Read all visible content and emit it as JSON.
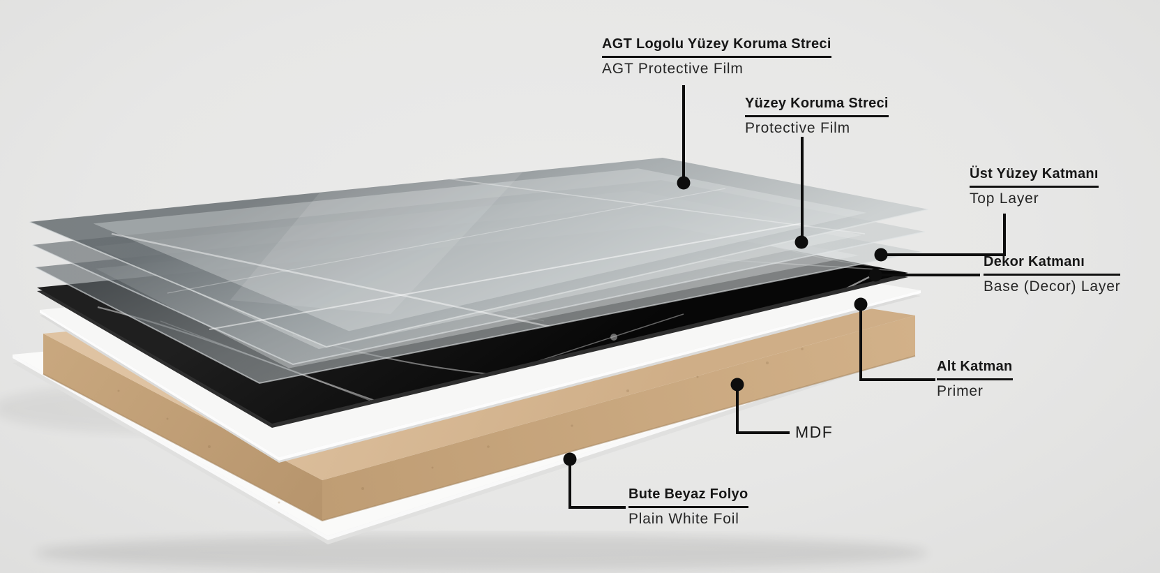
{
  "diagram": {
    "title_hint": "Exploded layer diagram of an AGT high-gloss MDF panel",
    "labels": {
      "agt_film": {
        "title": "AGT Logolu Yüzey Koruma Streci",
        "subtitle": "AGT Protective Film"
      },
      "protective_film": {
        "title": "Yüzey Koruma Streci",
        "subtitle": "Protective Film"
      },
      "top_layer": {
        "title": "Üst Yüzey Katmanı",
        "subtitle": "Top Layer"
      },
      "decor_layer": {
        "title": "Dekor Katmanı",
        "subtitle": "Base (Decor) Layer"
      },
      "primer": {
        "title": "Alt Katman",
        "subtitle": "Primer"
      },
      "mdf": {
        "title": "MDF"
      },
      "white_foil": {
        "title": "Bute Beyaz Folyo",
        "subtitle": "Plain White Foil"
      }
    }
  },
  "colors": {
    "background": "#e6e6e5",
    "line-black": "#0d0d0d",
    "text-dark": "#161616",
    "film-grey": "#9aa1a4",
    "film-dark-edge": "#5f666a",
    "marble-black": "#141414",
    "marble-vein": "#d8d8d8",
    "primer-white": "#f7f7f6",
    "mdf-tan": "#cfae87",
    "foil-white": "#fafaf9"
  }
}
